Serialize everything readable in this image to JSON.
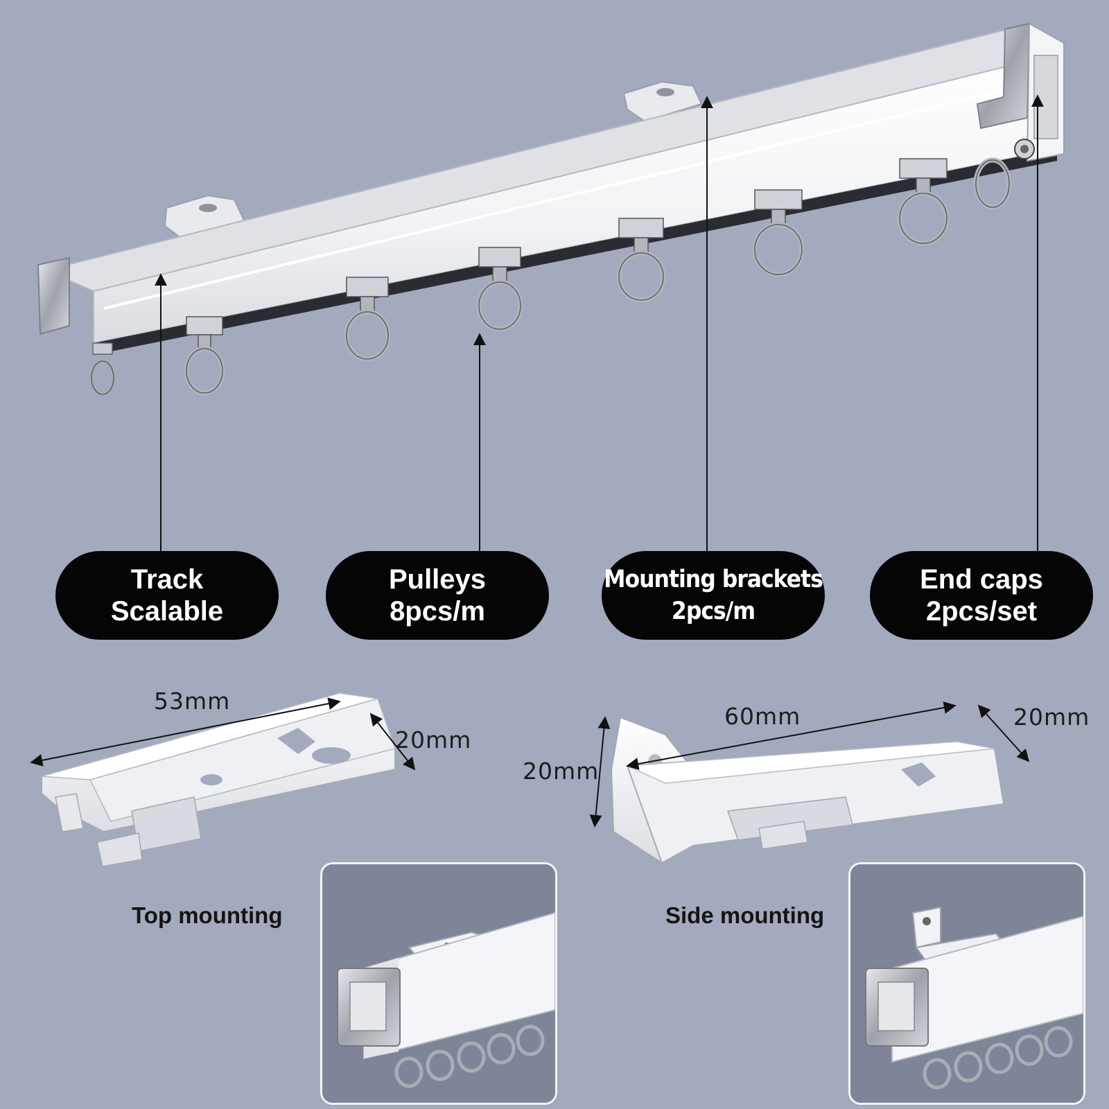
{
  "callouts": [
    {
      "line1": "Track",
      "line2": "Scalable"
    },
    {
      "line1": "Pulleys",
      "line2": "8pcs/m"
    },
    {
      "line1": "Mounting brackets",
      "line2": "2pcs/m"
    },
    {
      "line1": "End caps",
      "line2": "2pcs/set"
    }
  ],
  "top_bracket": {
    "length": "53mm",
    "width": "20mm",
    "label": "Top mounting"
  },
  "side_bracket": {
    "length": "60mm",
    "width": "20mm",
    "height": "20mm",
    "label": "Side mounting"
  },
  "colors": {
    "background": "#a3aabe",
    "pill": "#050505",
    "pill_text": "#ffffff",
    "track": "#f2f3f6",
    "metal": "#b9bcc3"
  }
}
